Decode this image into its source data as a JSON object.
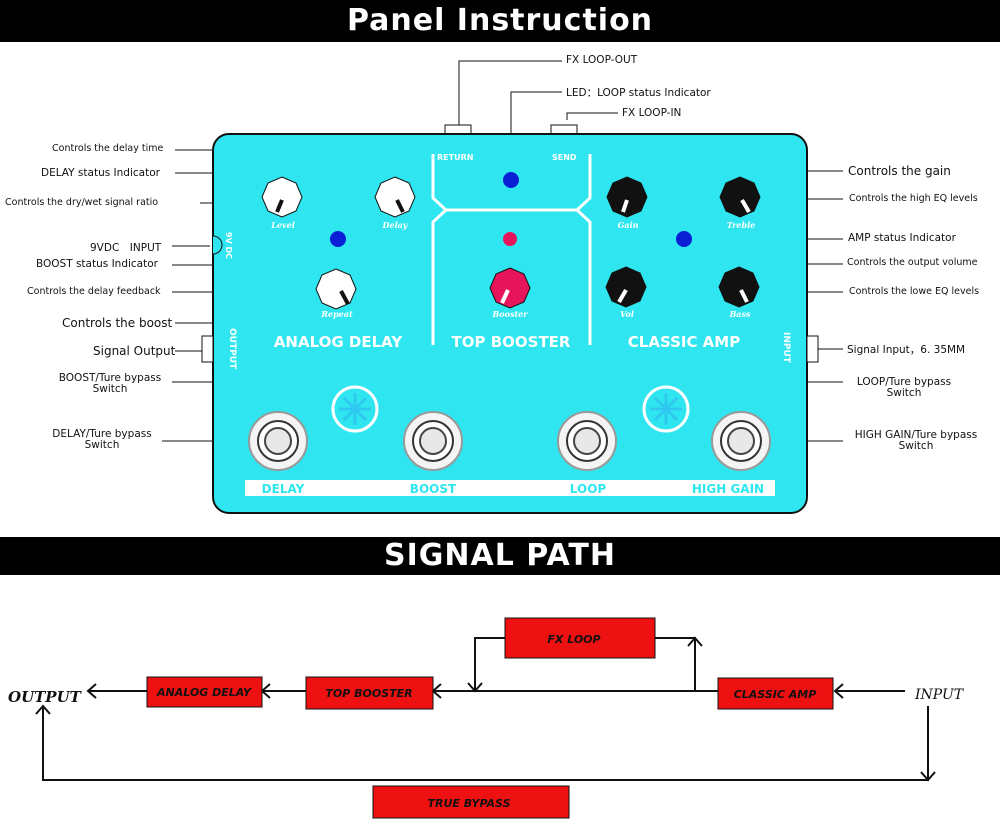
{
  "banners": {
    "panel_title": "Panel Instruction",
    "signal_title": "SIGNAL PATH"
  },
  "colors": {
    "pedal_body": "#2fe6f0",
    "indicator": "#0a1fd6",
    "boost_led": "#e6145a",
    "path_box": "#ee1111",
    "banner": "#000000"
  },
  "top_labels": {
    "fx_loop_out": "FX LOOP-OUT",
    "led_loop": "LED：LOOP status Indicator",
    "fx_loop_in": "FX LOOP-IN"
  },
  "left_labels": {
    "delay_time": "Controls the delay time",
    "delay_status": "DELAY status Indicator",
    "dry_wet": "Controls the dry/wet signal ratio",
    "dc_input": "9VDC　INPUT",
    "boost_status": "BOOST status Indicator",
    "delay_feedback": "Controls the delay feedback",
    "boost_control": "Controls the boost",
    "signal_output": "Signal Output",
    "boost_switch_1": "BOOST/Ture bypass",
    "boost_switch_2": "Switch",
    "delay_switch_1": "DELAY/Ture bypass",
    "delay_switch_2": "Switch"
  },
  "right_labels": {
    "gain": "Controls the gain",
    "high_eq": "Controls the high EQ levels",
    "amp_status": "AMP status Indicator",
    "output_volume": "Controls the output volume",
    "low_eq": "Controls the lowe EQ levels",
    "signal_input": "Signal Input，6. 35MM",
    "loop_switch_1": "LOOP/Ture bypass",
    "loop_switch_2": "Switch",
    "highgain_switch_1": "HIGH GAIN/Ture bypass",
    "highgain_switch_2": "Switch"
  },
  "pedal": {
    "return_label": "RETURN",
    "send_label": "SEND",
    "dc_jack_label": "9V DC",
    "output_label": "OUTPUT",
    "input_label": "INPUT",
    "knobs": {
      "level": "Level",
      "delay": "Delay",
      "repeat": "Repeat",
      "booster": "Booster",
      "gain": "Gain",
      "treble": "Treble",
      "vol": "Vol",
      "bass": "Bass"
    },
    "sections": {
      "analog_delay": "ANALOG DELAY",
      "top_booster": "TOP BOOSTER",
      "classic_amp": "CLASSIC AMP"
    },
    "switch_labels": {
      "delay": "DELAY",
      "boost": "BOOST",
      "loop": "LOOP",
      "high_gain": "HIGH GAIN"
    }
  },
  "signal_path": {
    "output": "OUTPUT",
    "input": "INPUT",
    "blocks": {
      "analog_delay": "ANALOG DELAY",
      "top_booster": "TOP BOOSTER",
      "classic_amp": "CLASSIC AMP",
      "fx_loop": "FX LOOP",
      "true_bypass": "TRUE BYPASS"
    }
  }
}
